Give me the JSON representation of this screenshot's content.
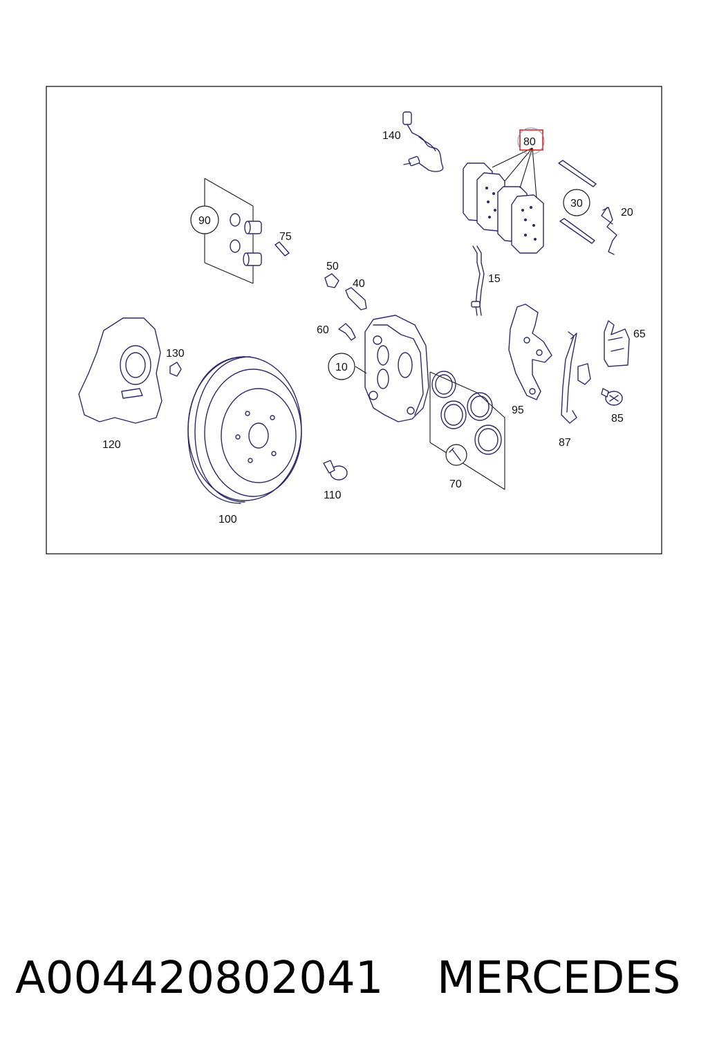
{
  "diagram": {
    "part_labels": {
      "p140": "140",
      "p80": "80",
      "p30": "30",
      "p20": "20",
      "p90": "90",
      "p75": "75",
      "p50": "50",
      "p40": "40",
      "p15": "15",
      "p60": "60",
      "p65": "65",
      "p130": "130",
      "p10": "10",
      "p95": "95",
      "p85": "85",
      "p87": "87",
      "p120": "120",
      "p70": "70",
      "p110": "110",
      "p100": "100"
    },
    "highlighted_part": "80",
    "highlight_color": "#e0202a",
    "line_color": "#2a2a6a"
  },
  "caption": {
    "part_number": "A004420802041",
    "brand": "MERCEDES"
  }
}
